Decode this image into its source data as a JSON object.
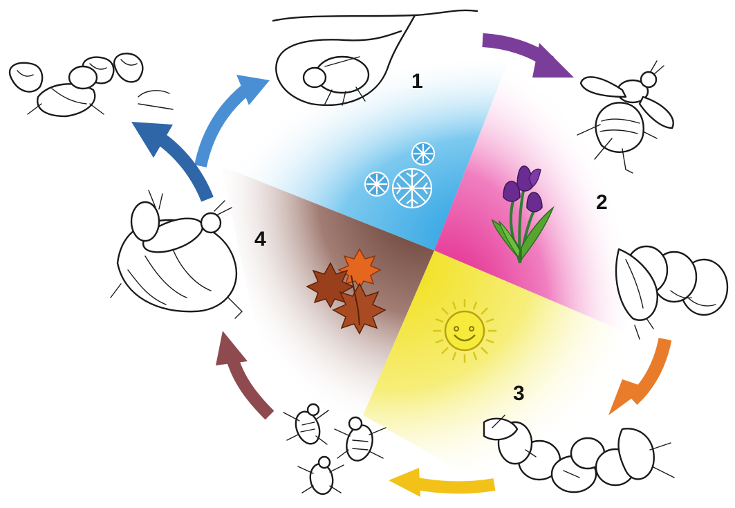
{
  "stages": [
    {
      "label": "1"
    },
    {
      "label": "2"
    },
    {
      "label": "3"
    },
    {
      "label": "4"
    }
  ],
  "colors": {
    "winter": "#38a9e0",
    "spring": "#e0188c",
    "summer": "#f2e51c",
    "autumn": "#6b4136",
    "arrow_purple": "#7b3d9a",
    "arrow_orange": "#e87c2b",
    "arrow_yellow": "#f3c219",
    "arrow_brown": "#8e4a4e",
    "arrow_blue_light": "#4a8fd4",
    "arrow_blue_dark": "#2f66a8"
  },
  "icons": [
    "snowflake-icon",
    "tulip-icon",
    "sun-icon",
    "maple-leaf-icon"
  ]
}
